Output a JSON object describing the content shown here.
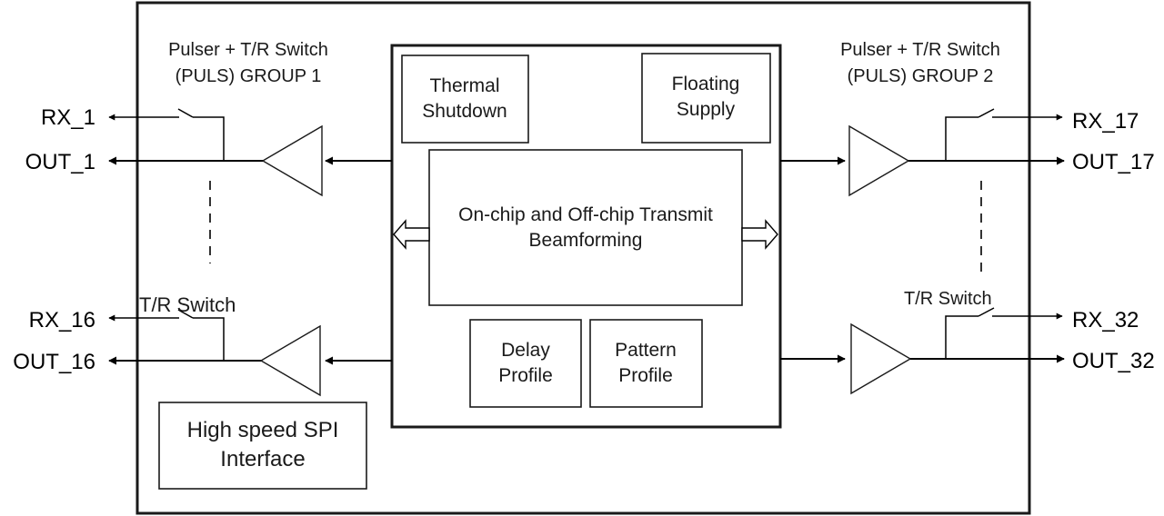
{
  "group1": {
    "line1": "Pulser + T/R Switch",
    "line2": "(PULS) GROUP 1"
  },
  "group2": {
    "line1": "Pulser + T/R Switch",
    "line2": "(PULS) GROUP 2"
  },
  "thermal": {
    "line1": "Thermal",
    "line2": "Shutdown"
  },
  "floating": {
    "line1": "Floating",
    "line2": "Supply"
  },
  "beamforming": {
    "line1": "On-chip and Off-chip Transmit",
    "line2": "Beamforming"
  },
  "delay": {
    "line1": "Delay",
    "line2": "Profile"
  },
  "pattern": {
    "line1": "Pattern",
    "line2": "Profile"
  },
  "spi": {
    "line1": "High speed SPI",
    "line2": "Interface"
  },
  "tr_switch_left": "T/R Switch",
  "tr_switch_right": "T/R Switch",
  "pins": {
    "rx1": "RX_1",
    "out1": "OUT_1",
    "rx16": "RX_16",
    "out16": "OUT_16",
    "rx17": "RX_17",
    "out17": "OUT_17",
    "rx32": "RX_32",
    "out32": "OUT_32"
  }
}
